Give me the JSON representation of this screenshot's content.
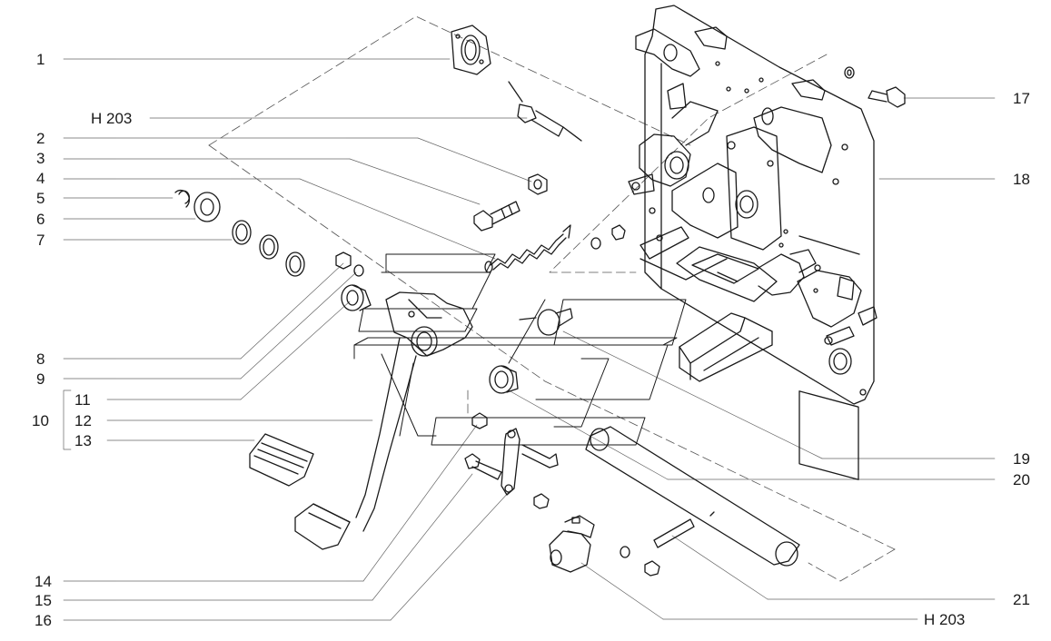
{
  "diagram": {
    "left_labels": {
      "c1": "1",
      "h203_top": "H 203",
      "c2": "2",
      "c3": "3",
      "c4": "4",
      "c5": "5",
      "c6": "6",
      "c7": "7",
      "c8": "8",
      "c9": "9",
      "c10": "10",
      "c11": "11",
      "c12": "12",
      "c13": "13",
      "c14": "14",
      "c15": "15",
      "c16": "16"
    },
    "right_labels": {
      "c17": "17",
      "c18": "18",
      "c19": "19",
      "c20": "20",
      "c21": "21",
      "h203_bottom": "H 203"
    },
    "colors": {
      "line": "#1a1a1a",
      "leader": "#555555",
      "background": "#ffffff"
    }
  }
}
